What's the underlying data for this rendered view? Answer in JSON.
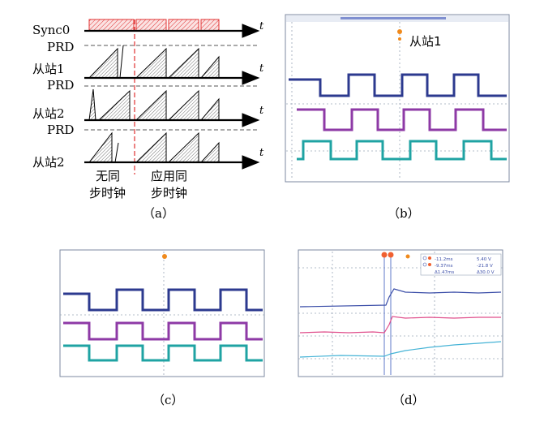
{
  "panel_a": {
    "signals": [
      "Sync0",
      "PRD",
      "从站1",
      "PRD",
      "从站2",
      "PRD",
      "从站2"
    ],
    "time_label": "t",
    "annotation_left": [
      "无同",
      "步时钟"
    ],
    "annotation_right": [
      "应用同",
      "步时钟"
    ],
    "caption": "（a）"
  },
  "panel_b": {
    "note": "从站1",
    "caption": "（b）",
    "trace_colors": [
      "#2c3a8f",
      "#8e3aa6",
      "#1fa3a3"
    ]
  },
  "panel_c": {
    "caption": "（c）",
    "trace_colors": [
      "#2c3a8f",
      "#8e3aa6",
      "#1fa3a3"
    ]
  },
  "panel_d": {
    "caption": "（d）",
    "readout": {
      "row1_left": "-11.2ms",
      "row1_right": "5.40 V",
      "row2_left": "-9.37ms",
      "row2_right": "-21.8 V",
      "row3_left": "Δ1.47ms",
      "row3_right": "Δ30.0 V"
    },
    "trace_colors": [
      "#3b4ea8",
      "#e04f8c",
      "#45b3d6"
    ]
  },
  "colors": {
    "sync_hatch": "#e03030",
    "marker_orange": "#f08a1c",
    "cursor_blue": "#5f78c8"
  }
}
